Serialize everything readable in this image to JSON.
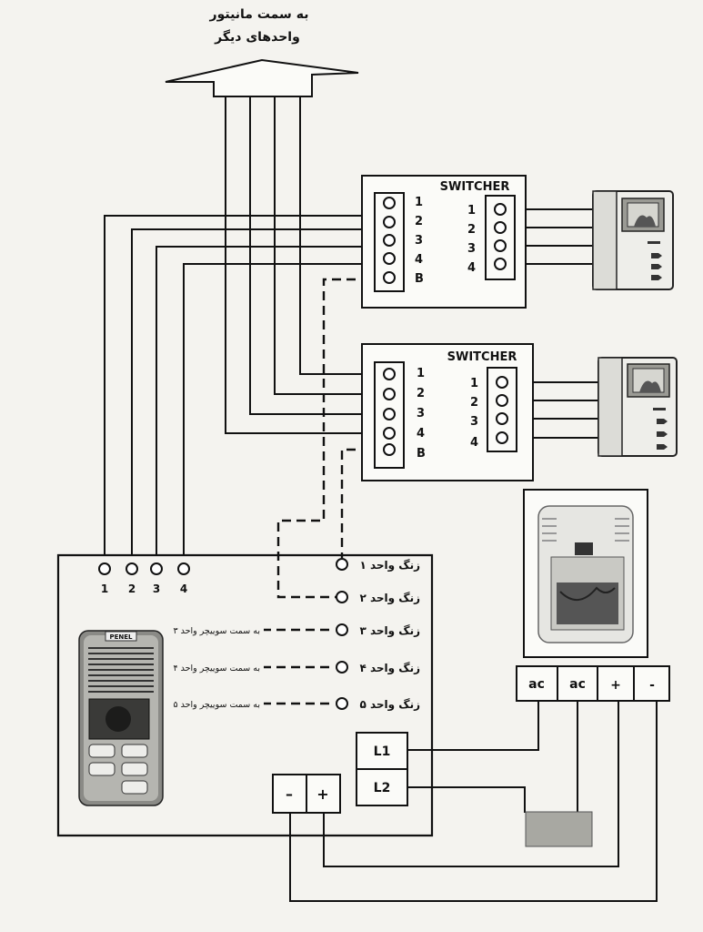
{
  "header": {
    "line1": "به سمت مانیتور",
    "line2": "واحدهای دیگر"
  },
  "switcher_top": {
    "title": "SWITCHER",
    "left_terminals": [
      "1",
      "2",
      "3",
      "4",
      "B"
    ],
    "right_terminals": [
      "1",
      "2",
      "3",
      "4"
    ]
  },
  "switcher_bottom": {
    "title": "SWITCHER",
    "left_terminals": [
      "1",
      "2",
      "3",
      "4",
      "B"
    ],
    "right_terminals": [
      "1",
      "2",
      "3",
      "4"
    ]
  },
  "panel": {
    "terminals": [
      "1",
      "2",
      "3",
      "4"
    ],
    "bells": [
      {
        "label": "زنگ واحد ۱",
        "note": ""
      },
      {
        "label": "زنگ واحد ۲",
        "note": ""
      },
      {
        "label": "زنگ واحد ۳",
        "note": "به سمت سوییچر واحد ۳"
      },
      {
        "label": "زنگ واحد ۴",
        "note": "به سمت سوییچر واحد ۴"
      },
      {
        "label": "زنگ واحد ۵",
        "note": "به سمت سوییچر واحد ۵"
      }
    ],
    "lock_terminals": [
      "L1",
      "L2"
    ],
    "dc_terminals": [
      "–",
      "+"
    ]
  },
  "power_supply": {
    "terminals": [
      "ac",
      "ac",
      "+",
      "-"
    ]
  },
  "door_station": {
    "brand": "PENEL"
  }
}
